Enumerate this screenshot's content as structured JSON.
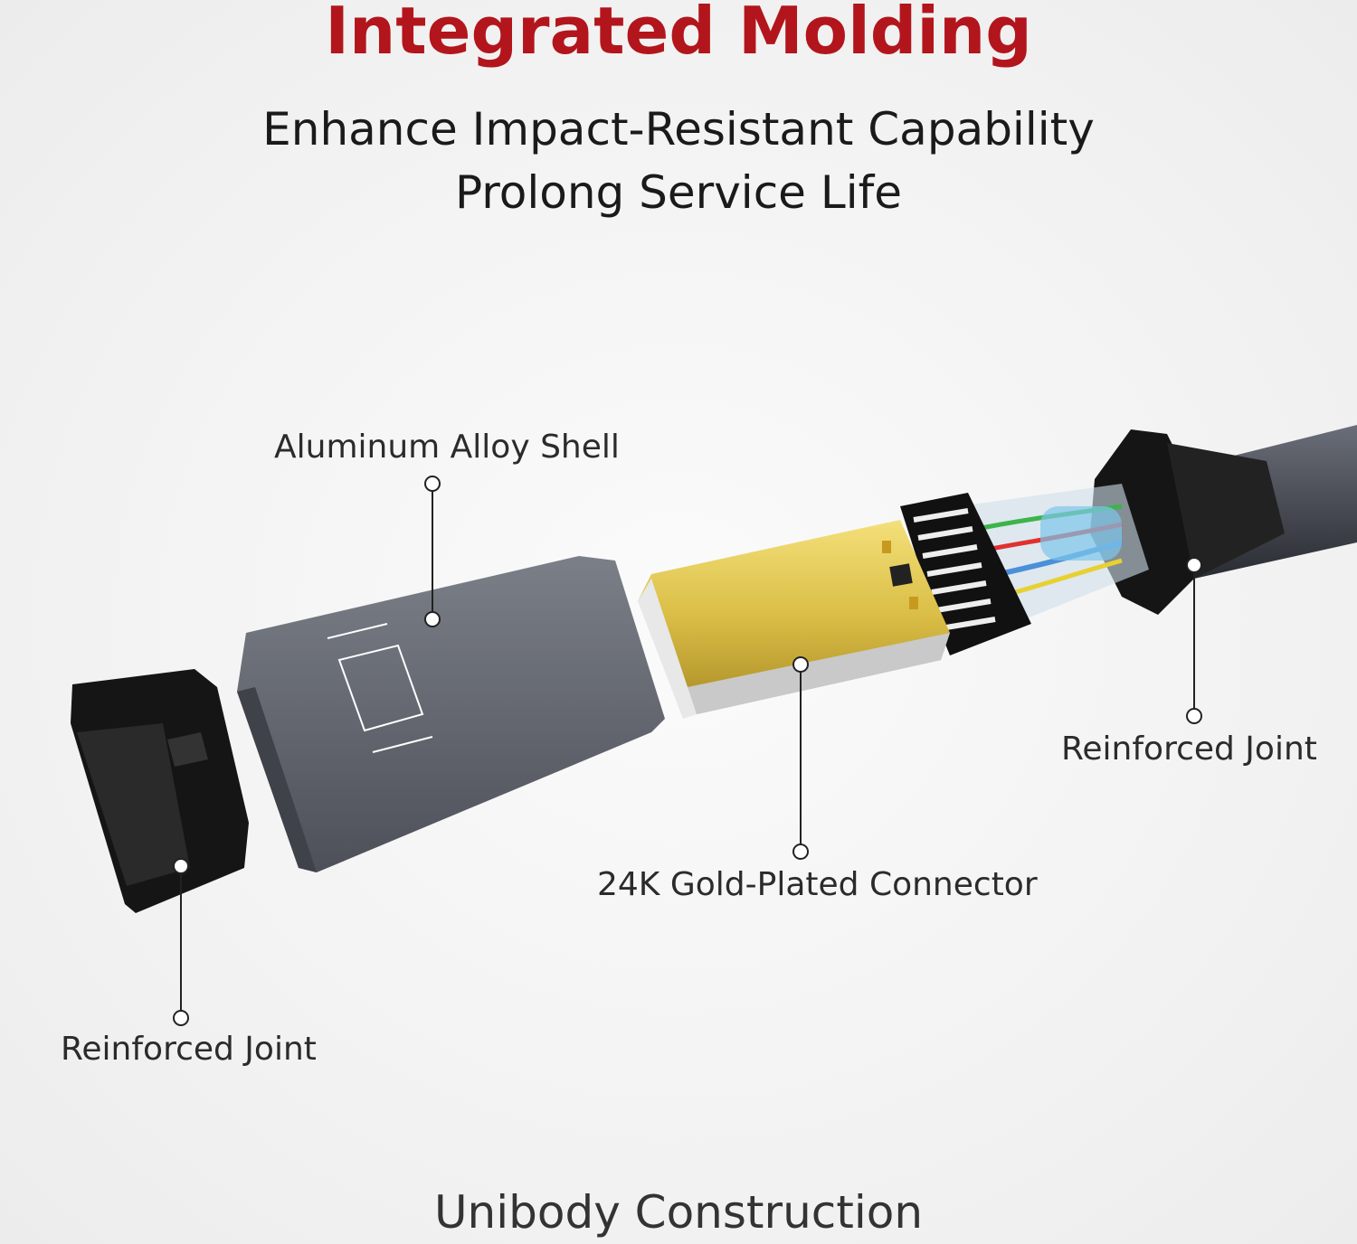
{
  "header": {
    "title": "Integrated Molding",
    "subtitle_line1": "Enhance Impact-Resistant Capability",
    "subtitle_line2": "Prolong Service Life"
  },
  "callouts": {
    "shell": "Aluminum Alloy Shell",
    "connector": "24K Gold-Plated Connector",
    "joint_right": "Reinforced Joint",
    "joint_left": "Reinforced Joint"
  },
  "footer": {
    "caption": "Unibody Construction"
  },
  "colors": {
    "title": "#b3151c",
    "text": "#2b2b2b",
    "shell": "#5f636c",
    "gold": "#d9bd45",
    "joint": "#151515"
  }
}
